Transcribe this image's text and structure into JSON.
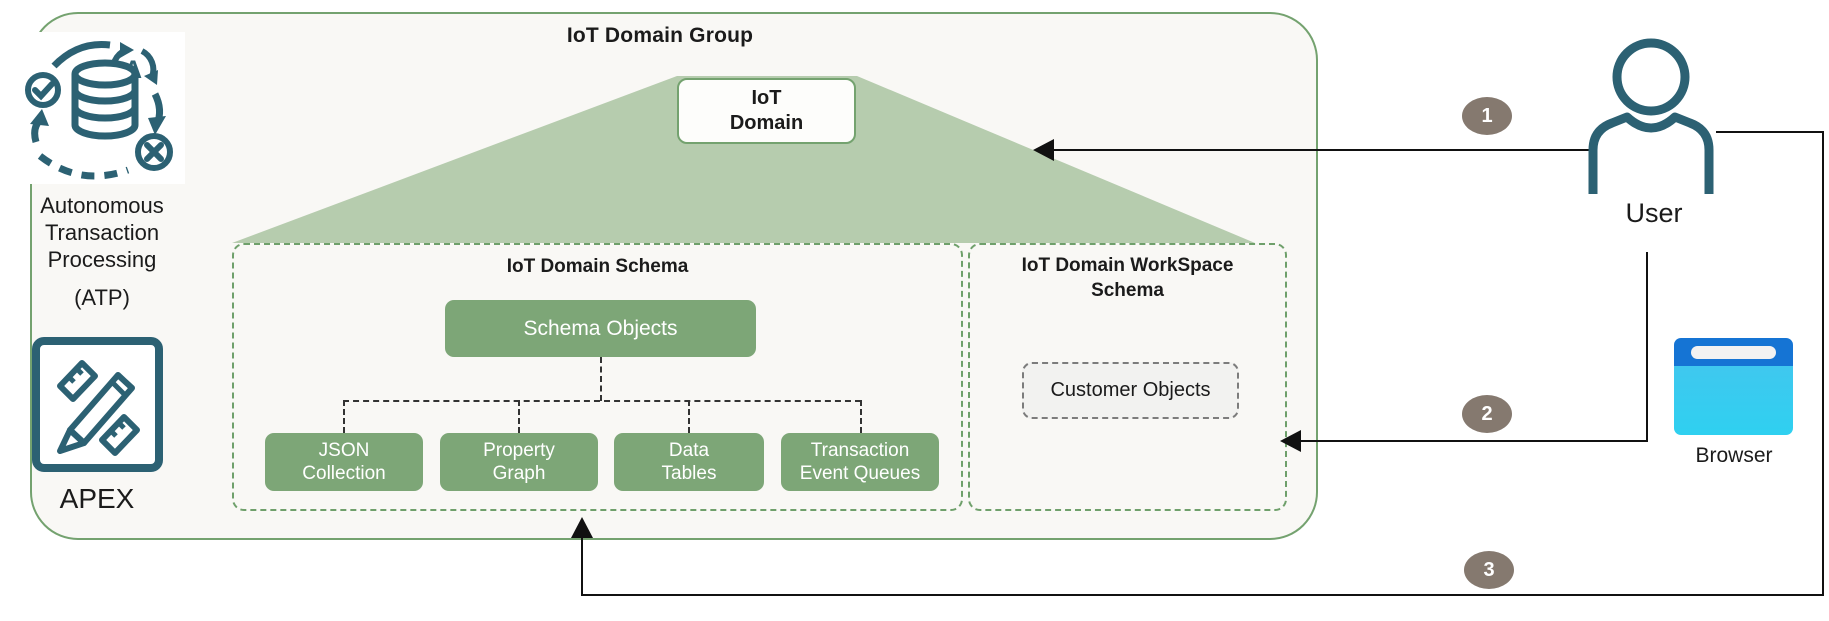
{
  "diagram": {
    "title": "IoT Domain Group",
    "domain_box": {
      "lines": [
        "IoT",
        "Domain"
      ]
    },
    "schema": {
      "title": "IoT Domain Schema",
      "root_label": "Schema Objects",
      "children": [
        {
          "lines": [
            "JSON",
            "Collection"
          ]
        },
        {
          "lines": [
            "Property",
            "Graph"
          ]
        },
        {
          "lines": [
            "Data",
            "Tables"
          ]
        },
        {
          "lines": [
            "Transaction",
            "Event Queues"
          ]
        }
      ]
    },
    "workspace": {
      "title_lines": [
        "IoT Domain WorkSpace",
        "Schema"
      ],
      "object_label": "Customer Objects"
    }
  },
  "left_panel": {
    "atp": {
      "icon": "autonomous-transaction-processing-icon",
      "label_lines": [
        "Autonomous",
        "Transaction",
        "Processing"
      ],
      "acronym": "(ATP)"
    },
    "apex": {
      "icon": "apex-icon",
      "label": "APEX"
    }
  },
  "actors": {
    "user": {
      "icon": "user-icon",
      "label": "User"
    },
    "browser": {
      "icon": "browser-icon",
      "label": "Browser"
    }
  },
  "steps": {
    "one": "1",
    "two": "2",
    "three": "3"
  },
  "colors": {
    "group_border": "#74a26f",
    "trapezoid_fill": "#b6ccae",
    "node_fill": "#7da677",
    "teal_icon": "#2c6173",
    "badge_fill": "#85796f",
    "browser_header": "#1574d4",
    "browser_body": "#3fc8ef",
    "group_background": "#f9f8f5"
  }
}
